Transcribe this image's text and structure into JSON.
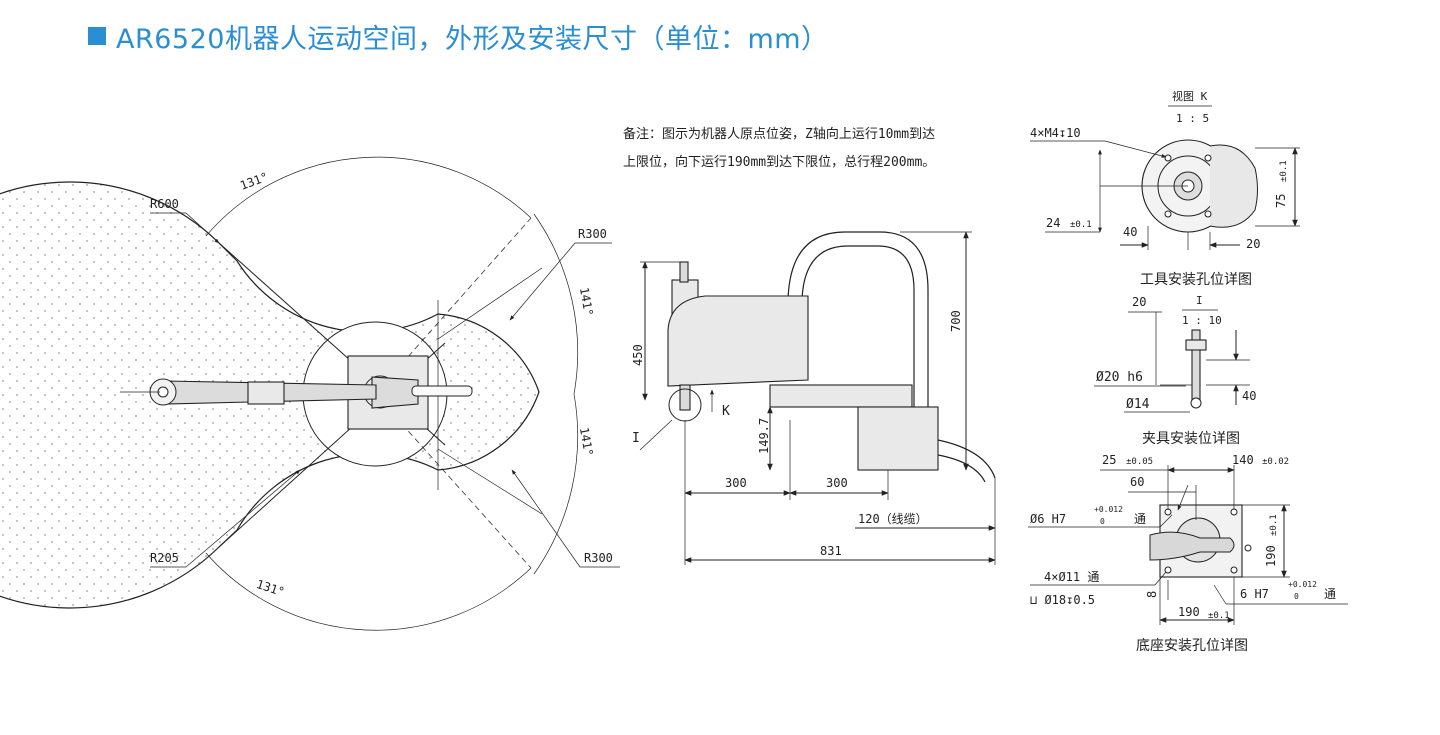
{
  "header": {
    "title": "AR6520机器人运动空间，外形及安装尺寸（单位：mm）",
    "accent": "#2a8fd2"
  },
  "workspace": {
    "r600": "R600",
    "r300_top": "R300",
    "r205": "R205",
    "r300_bottom": "R300",
    "angle_top": "131°",
    "angle_bottom": "131°",
    "angle_right_top": "141°",
    "angle_right_bottom": "141°"
  },
  "side_view": {
    "note_line1": "备注：图示为机器人原点位姿，Z轴向上运行10mm到达",
    "note_line2": "上限位，向下运行190mm到达下限位，总行程200mm。",
    "dim_450": "450",
    "dim_700": "700",
    "dim_149_7": "149.7",
    "dim_300_a": "300",
    "dim_300_b": "300",
    "dim_120_cable": "120（线缆）",
    "dim_831": "831",
    "label_k": "K",
    "label_i": "I"
  },
  "tool_detail": {
    "view_title": "视图 K",
    "view_scale": "1 : 5",
    "holes": "4×M4↧10",
    "dim_24": "24",
    "tol_24": "±0.1",
    "dim_40": "40",
    "dim_20": "20",
    "dim_75": "75",
    "tol_75": "±0.1",
    "caption": "工具安装孔位详图"
  },
  "fixture_detail": {
    "view_title": "I",
    "view_scale": "1 : 10",
    "dim_20": "20",
    "dim_phi20": "Ø20 h6",
    "dim_phi14": "Ø14",
    "dim_40": "40",
    "caption": "夹具安装位详图"
  },
  "base_detail": {
    "dim_25": "25",
    "tol_25": "±0.05",
    "dim_140": "140",
    "tol_140": "±0.02",
    "dim_60": "60",
    "phi6_top": "Ø6 H7",
    "tol_phi6_top_up": "+0.012",
    "tol_phi6_top_low": "0",
    "thru_top": "通",
    "dim_190v": "190",
    "tol_190v": "±0.1",
    "holes_11": "4×Ø11 通",
    "cbore": "⊔  Ø18↧0.5",
    "dim_8": "8",
    "dim_190h": "190",
    "tol_190h": "±0.1",
    "phi6_bottom": "6 H7",
    "tol_phi6_bot_up": "+0.012",
    "tol_phi6_bot_low": "0",
    "thru_bottom": "通",
    "caption": "底座安装孔位详图"
  }
}
